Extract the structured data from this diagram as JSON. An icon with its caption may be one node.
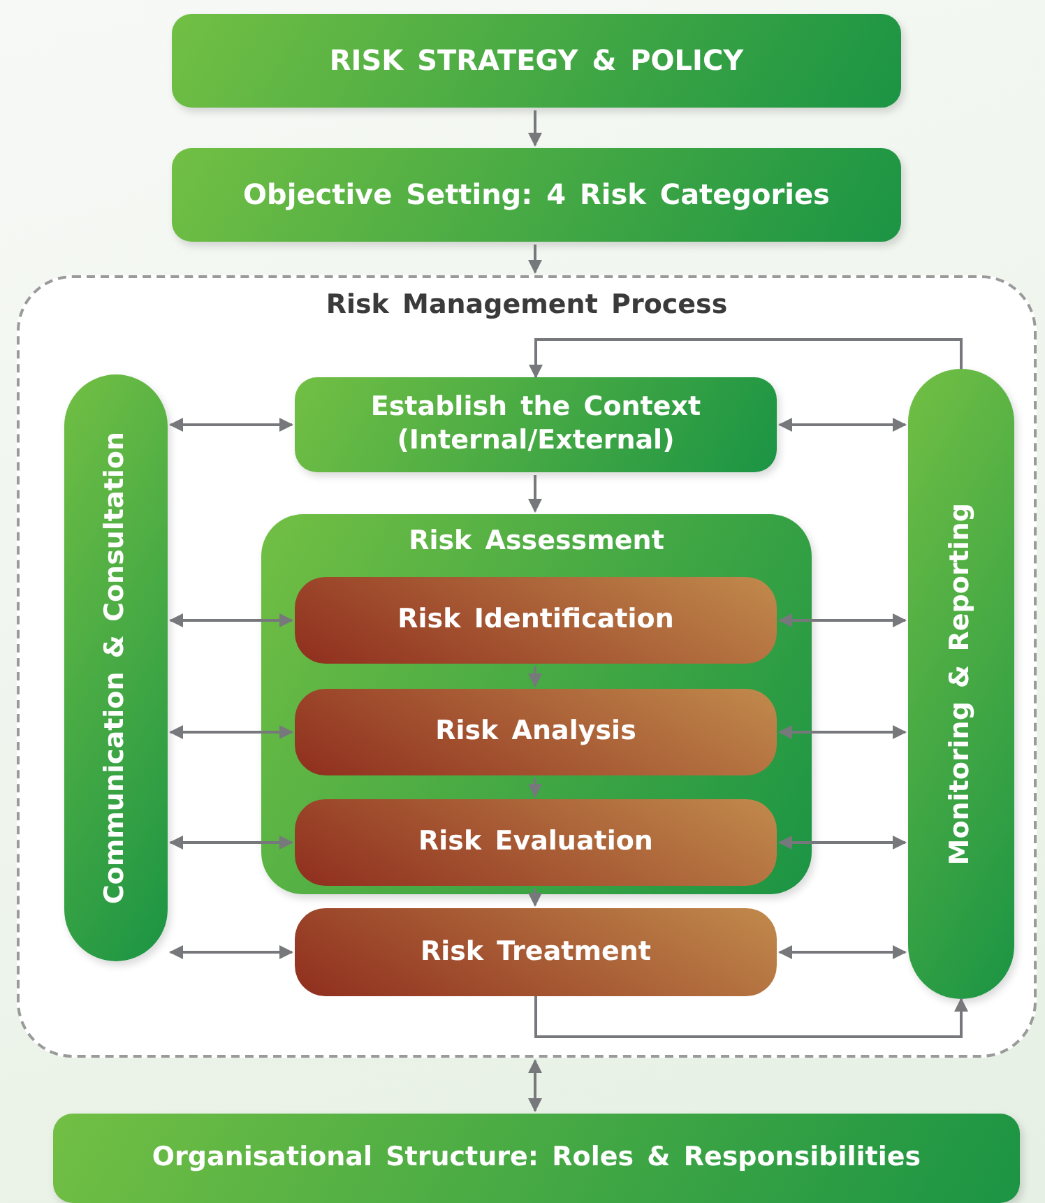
{
  "diagram": {
    "nodes": [
      {
        "text": [
          "RISK STRATEGY & POLICY"
        ]
      },
      {
        "text": [
          "Objective Setting: 4 Risk Categories"
        ]
      },
      {
        "text": [
          "Risk Management Process"
        ]
      },
      {
        "text": [
          "Communication & Consultation"
        ],
        "in": 2
      },
      {
        "text": [
          "Establish the Context (Internal/External)"
        ],
        "in": 2
      },
      {
        "text": [
          "Monitoring & Reporting"
        ],
        "in": 2
      },
      {
        "text": [
          "Risk Assessment"
        ],
        "in": 2
      },
      {
        "text": [
          "Risk Identification"
        ],
        "in": 6
      },
      {
        "text": [
          "Risk Analysis"
        ],
        "in": 6
      },
      {
        "text": [
          "Risk Evaluation"
        ],
        "in": 6
      },
      {
        "text": [
          "Risk Treatment"
        ],
        "in": 2
      },
      {
        "text": [
          "Organisational Structure: Roles & Responsibilities"
        ]
      }
    ],
    "edges": [
      {
        "from": 0,
        "to": 1,
        "arrow": "to"
      },
      {
        "from": 1,
        "to": 2,
        "arrow": "to"
      },
      {
        "from": 3,
        "to": 4,
        "arrow": "both"
      },
      {
        "from": 4,
        "to": 5,
        "arrow": "both"
      },
      {
        "from": 5,
        "to": 4,
        "arrow": "to"
      },
      {
        "from": 4,
        "to": 6,
        "arrow": "to"
      },
      {
        "from": 3,
        "to": 7,
        "arrow": "both"
      },
      {
        "from": 7,
        "to": 5,
        "arrow": "both"
      },
      {
        "from": 3,
        "to": 8,
        "arrow": "both"
      },
      {
        "from": 8,
        "to": 5,
        "arrow": "both"
      },
      {
        "from": 3,
        "to": 9,
        "arrow": "both"
      },
      {
        "from": 9,
        "to": 5,
        "arrow": "both"
      },
      {
        "from": 3,
        "to": 10,
        "arrow": "both"
      },
      {
        "from": 10,
        "to": 5,
        "arrow": "both"
      },
      {
        "from": 7,
        "to": 8,
        "arrow": "to"
      },
      {
        "from": 8,
        "to": 9,
        "arrow": "to"
      },
      {
        "from": 9,
        "to": 10,
        "arrow": "to"
      },
      {
        "from": 10,
        "to": 5,
        "arrow": "to"
      },
      {
        "from": 2,
        "to": 11,
        "arrow": "both"
      }
    ]
  }
}
